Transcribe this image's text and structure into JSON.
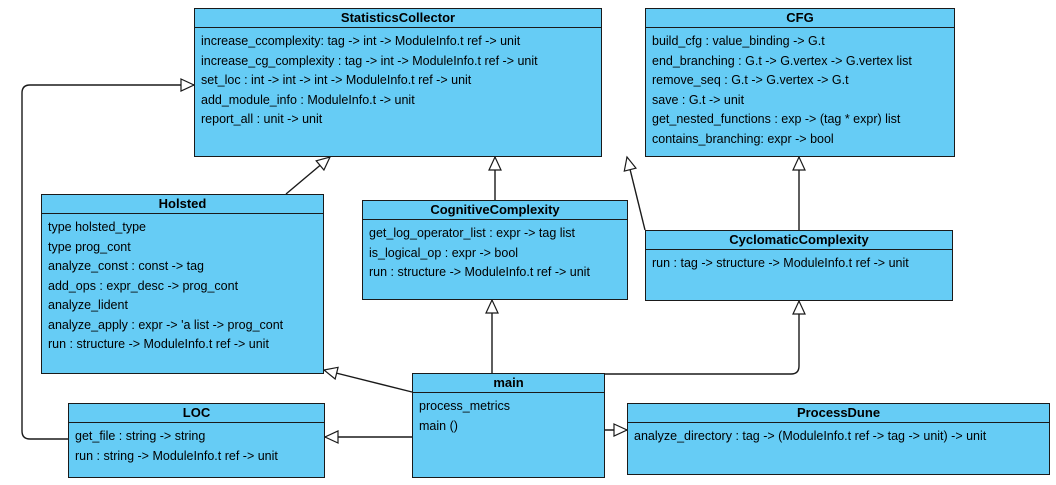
{
  "classes": {
    "statistics_collector": {
      "title": "StatisticsCollector",
      "members": [
        "increase_ccomplexity: tag -> int -> ModuleInfo.t ref -> unit",
        "increase_cg_complexity : tag -> int -> ModuleInfo.t ref -> unit",
        "set_loc : int -> int -> int -> ModuleInfo.t ref -> unit",
        "add_module_info : ModuleInfo.t -> unit",
        "report_all : unit -> unit"
      ]
    },
    "cfg": {
      "title": "CFG",
      "members": [
        "build_cfg : value_binding -> G.t",
        "end_branching : G.t -> G.vertex -> G.vertex list",
        "remove_seq :  G.t -> G.vertex -> G.t",
        "save : G.t -> unit",
        "get_nested_functions : exp -> (tag * expr) list",
        "contains_branching: expr -> bool"
      ]
    },
    "holsted": {
      "title": "Holsted",
      "members": [
        "type holsted_type",
        "type prog_cont",
        "analyze_const : const -> tag",
        "add_ops : expr_desc -> prog_cont",
        "analyze_lident",
        "analyze_apply : expr -> 'a list -> prog_cont",
        "run : structure -> ModuleInfo.t ref -> unit"
      ]
    },
    "cognitive_complexity": {
      "title": "CognitiveComplexity",
      "members": [
        "get_log_operator_list : expr -> tag list",
        "is_logical_op : expr -> bool",
        "run : structure -> ModuleInfo.t ref -> unit"
      ]
    },
    "cyclomatic_complexity": {
      "title": "CyclomaticComplexity",
      "members": [
        "run : tag -> structure -> ModuleInfo.t ref -> unit"
      ]
    },
    "main": {
      "title": "main",
      "members": [
        "process_metrics",
        "main ()"
      ]
    },
    "loc": {
      "title": "LOC",
      "members": [
        "get_file : string -> string",
        "run : string -> ModuleInfo.t ref -> unit"
      ]
    },
    "process_dune": {
      "title": "ProcessDune",
      "members": [
        "analyze_directory : tag -> (ModuleInfo.t ref -> tag -> unit) -> unit"
      ]
    }
  },
  "colors": {
    "class_fill": "#66ccf5",
    "stroke": "#1a1a1a"
  }
}
